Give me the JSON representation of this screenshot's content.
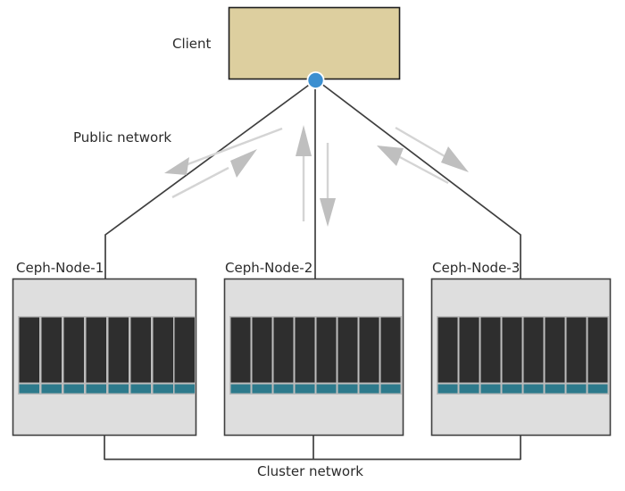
{
  "diagram": {
    "title_client": "Client",
    "public_network_label": "Public network",
    "cluster_network_label": "Cluster network",
    "nodes": [
      {
        "label": "Ceph-Node-1",
        "disks": 8
      },
      {
        "label": "Ceph-Node-2",
        "disks": 8
      },
      {
        "label": "Ceph-Node-3",
        "disks": 8
      }
    ],
    "colors": {
      "client_fill": "#ddcf9f",
      "node_fill": "#dedede",
      "disk_body": "#2e2e2e",
      "disk_led": "#2d7a8c",
      "connector_dot": "#3b8fd0",
      "line": "#3f3f3f",
      "arrow": "#c6c6c6",
      "text": "#2b2b2b"
    },
    "icons": {
      "connector_dot": "connector-dot-icon",
      "arrow_up": "arrow-up-icon",
      "arrow_down": "arrow-down-icon",
      "arrow_diagonal": "arrow-diagonal-icon"
    }
  }
}
